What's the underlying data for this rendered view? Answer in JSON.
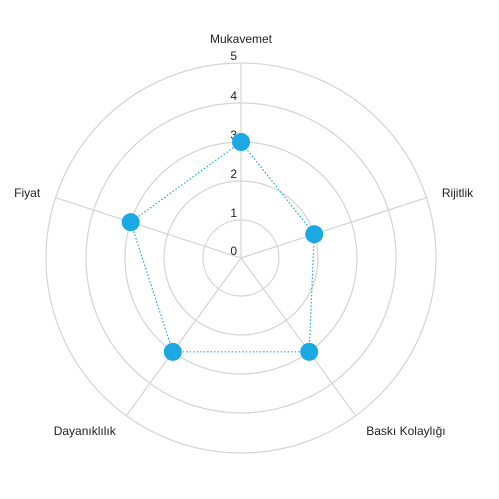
{
  "chart_data": {
    "type": "radar",
    "axes": [
      "Mukavemet",
      "Rijitlik",
      "Baskı Kolaylığı",
      "Dayanıklılık",
      "Fiyat"
    ],
    "ticks": [
      "0",
      "1",
      "2",
      "3",
      "4",
      "5"
    ],
    "rlim": [
      0,
      5
    ],
    "series": [
      {
        "values": [
          3,
          2,
          3,
          3,
          3
        ]
      }
    ],
    "colors": {
      "grid": "#d4d4d4",
      "spoke": "#d4d4d4",
      "series": "#1ca8e3",
      "text": "#222222"
    },
    "grid": true,
    "legend": "none"
  }
}
